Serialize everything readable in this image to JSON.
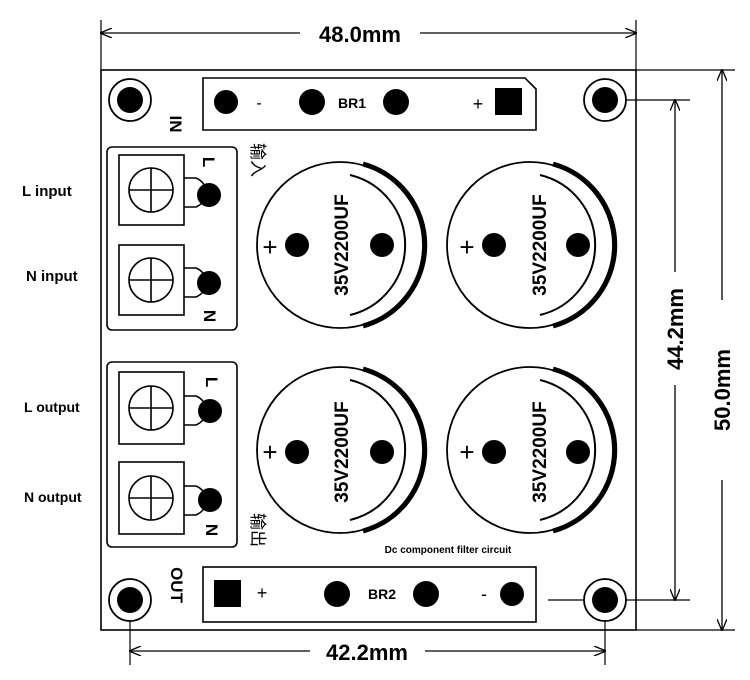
{
  "dimensions": {
    "width_top": "48.0mm",
    "width_bottom": "42.2mm",
    "height_right": "50.0mm",
    "height_inner": "44.2mm"
  },
  "board": {
    "in_label": "IN",
    "out_label": "OUT",
    "br1": {
      "minus": "-",
      "name": "BR1",
      "plus": "+"
    },
    "br2": {
      "plus": "+",
      "name": "BR2",
      "minus": "-"
    },
    "input_block": {
      "l": "L",
      "n": "N",
      "chinese": "输入"
    },
    "output_block": {
      "l": "L",
      "n": "N",
      "chinese": "输出"
    },
    "capacitors": [
      {
        "label": "35V2200UF",
        "plus": "+"
      },
      {
        "label": "35V2200UF",
        "plus": "+"
      },
      {
        "label": "35V2200UF",
        "plus": "+"
      },
      {
        "label": "35V2200UF",
        "plus": "+"
      }
    ],
    "caption": "Dc component filter circuit"
  },
  "side_labels": {
    "l_input": "L input",
    "n_input": "N input",
    "l_output": "L output",
    "n_output": "N output"
  },
  "colors": {
    "ink": "#000000",
    "background": "#ffffff"
  }
}
